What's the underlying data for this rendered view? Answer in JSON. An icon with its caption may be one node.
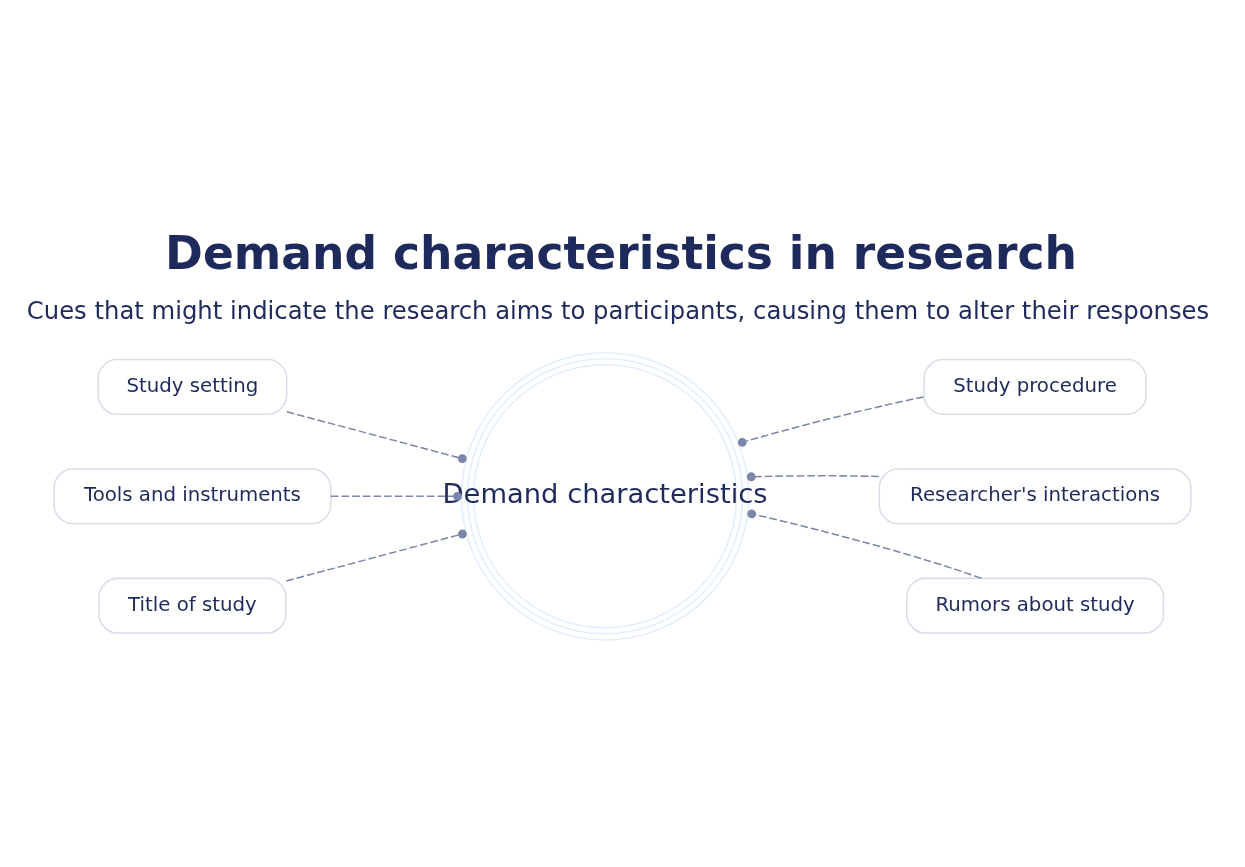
{
  "diagram": {
    "title": "Demand characteristics in research",
    "caption": "Cues that might indicate the research aims to participants, causing them to alter their responses",
    "nodes": [
      {
        "text": [
          "Demand characteristics"
        ]
      },
      {
        "text": [
          "Study setting"
        ]
      },
      {
        "text": [
          "Study procedure"
        ]
      },
      {
        "text": [
          "Tools and instruments"
        ]
      },
      {
        "text": [
          "Researcher's interactions"
        ]
      },
      {
        "text": [
          "Title of study"
        ]
      },
      {
        "text": [
          "Rumors about study"
        ]
      }
    ],
    "edges": [
      {
        "from": 1,
        "to": 0,
        "arrow": "other",
        "style": "dashed"
      },
      {
        "from": 2,
        "to": 0,
        "arrow": "other",
        "style": "dashed"
      },
      {
        "from": 3,
        "to": 0,
        "arrow": "other",
        "style": "dashed"
      },
      {
        "from": 4,
        "to": 0,
        "arrow": "other",
        "style": "dashed"
      },
      {
        "from": 5,
        "to": 0,
        "arrow": "other",
        "style": "dashed"
      },
      {
        "from": 6,
        "to": 0,
        "arrow": "other",
        "style": "dashed"
      }
    ]
  }
}
